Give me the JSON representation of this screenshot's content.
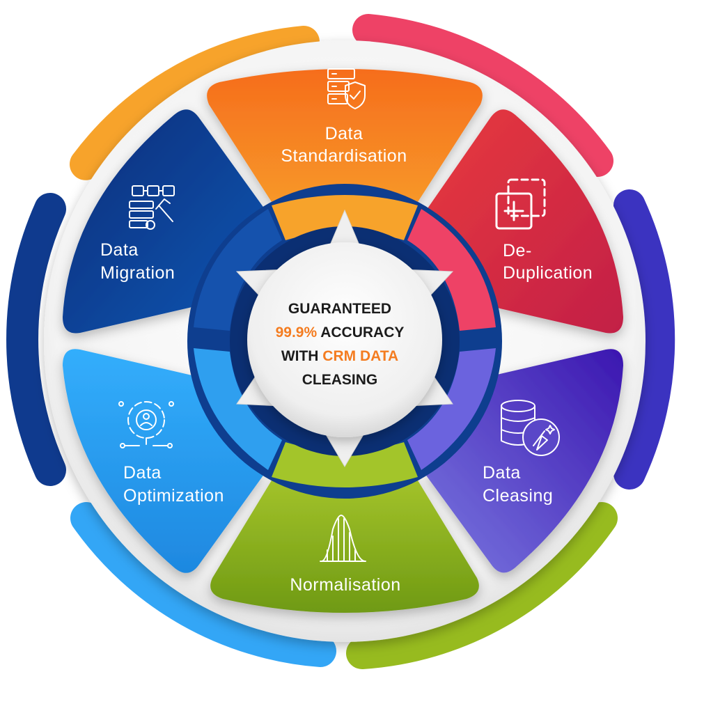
{
  "center": {
    "line1": "GUARANTEED",
    "line2_highlight": "99.9%",
    "line2_rest": " ACCURACY",
    "line3_rest": "WITH ",
    "line3_highlight": "CRM DATA",
    "line4": "CLEASING"
  },
  "segments": [
    {
      "id": "standardisation",
      "line1": "Data",
      "line2": "Standardisation",
      "icon": "server-shield-icon",
      "color": "#f47c20"
    },
    {
      "id": "de-duplication",
      "line1": "De-",
      "line2": "Duplication",
      "icon": "duplicate-plus-icon",
      "color": "#d52c3f"
    },
    {
      "id": "cleasing",
      "line1": "Data",
      "line2": "Cleasing",
      "icon": "database-clean-icon",
      "color": "#5b34c8"
    },
    {
      "id": "normalisation",
      "line1": "Normalisation",
      "line2": "",
      "icon": "bell-curve-icon",
      "color": "#8fb51f"
    },
    {
      "id": "optimization",
      "line1": "Data",
      "line2": "Optimization",
      "icon": "gear-user-icon",
      "color": "#2ba0ef"
    },
    {
      "id": "migration",
      "line1": "Data",
      "line2": "Migration",
      "icon": "server-tools-icon",
      "color": "#0d3b8c"
    }
  ],
  "colors": {
    "highlight": "#f47c20",
    "orange": "#f47c20",
    "red": "#d52c3f",
    "purple": "#5b34c8",
    "green": "#8fb51f",
    "blue": "#2ba0ef",
    "navy": "#0d3b8c",
    "pink": "#ee4266"
  }
}
